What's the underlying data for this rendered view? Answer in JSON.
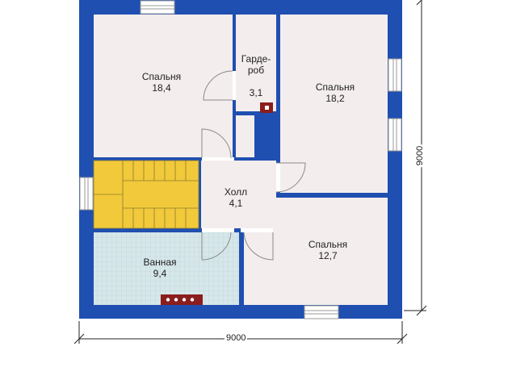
{
  "colors": {
    "wall": "#1f4fb0",
    "floor": "#f3eded",
    "bath_floor": "#d6e7ea",
    "stair": "#f2c93a",
    "door": "#9a9a9a",
    "window": "#c8c8c8",
    "text": "#222222"
  },
  "rooms": [
    {
      "id": "bedroom-1",
      "name": "Спальня",
      "area": "18,4"
    },
    {
      "id": "wardrobe",
      "name": "Гарде-\nроб",
      "area": "3,1"
    },
    {
      "id": "bedroom-2",
      "name": "Спальня",
      "area": "18,2"
    },
    {
      "id": "hall",
      "name": "Холл",
      "area": "4,1"
    },
    {
      "id": "bathroom",
      "name": "Ванная",
      "area": "9,4"
    },
    {
      "id": "bedroom-3",
      "name": "Спальня",
      "area": "12,7"
    }
  ],
  "dimensions": {
    "width": "9000",
    "height": "9000"
  }
}
